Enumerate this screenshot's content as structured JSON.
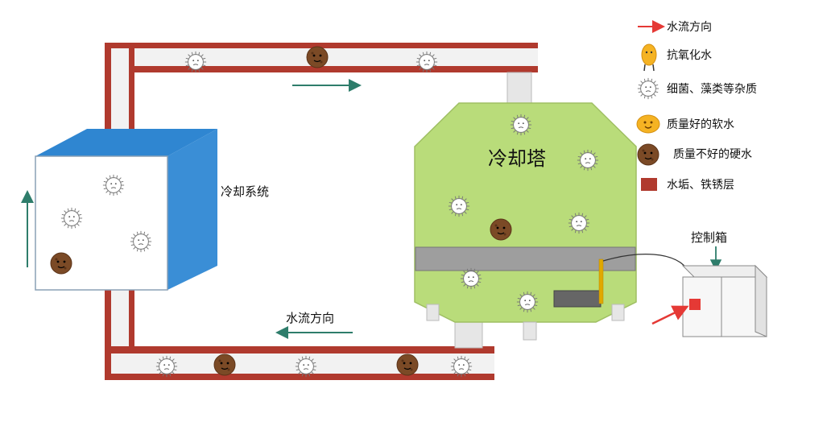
{
  "labels": {
    "cooling_system": "冷却系统",
    "cooling_tower": "冷却塔",
    "control_box": "控制箱",
    "flow_bottom": "水流方向"
  },
  "legend": {
    "items": [
      {
        "icon": "red-arrow",
        "label": "水流方向"
      },
      {
        "icon": "antioxidant-figure",
        "label": "抗氧化水"
      },
      {
        "icon": "bacteria-algae",
        "label": "细菌、藻类等杂质"
      },
      {
        "icon": "good-soft-water",
        "label": "质量好的软水"
      },
      {
        "icon": "bad-hard-water",
        "label": "质量不好的硬水"
      },
      {
        "icon": "scale-rust-layer",
        "label": "水垢、铁锈层"
      }
    ]
  },
  "colors": {
    "pipe_outer": "#b03a2e",
    "pipe_inner": "#f2f2f2",
    "tower_fill": "#b9dc7a",
    "box_front": "#ffffff",
    "box_side": "#3a8ed6",
    "flow_arrow": "#2e7d6b",
    "legend_arrow": "#e53935",
    "soft_water": "#f5b323",
    "hard_water": "#7b4a26",
    "band": "#9e9e9e"
  }
}
